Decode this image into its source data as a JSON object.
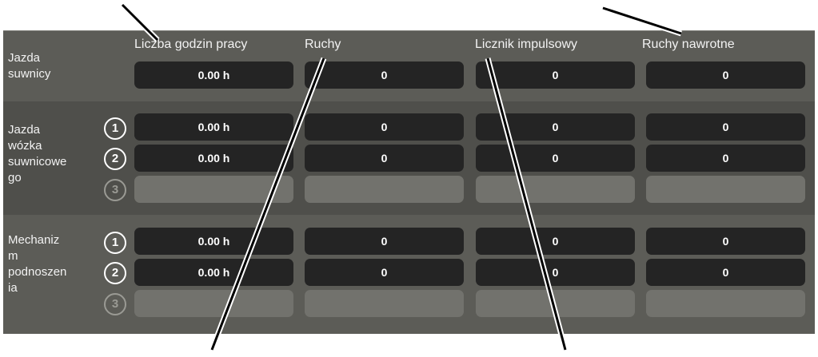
{
  "columns": [
    "Liczba godzin pracy",
    "Ruchy",
    "Licznik impulsowy",
    "Ruchy nawrotne"
  ],
  "sections": [
    {
      "label": "Jazda\nsuwnicy",
      "rows": [
        {
          "badge": "",
          "values": [
            "0.00 h",
            "0",
            "0",
            "0"
          ],
          "enabled": true
        }
      ]
    },
    {
      "label": "Jazda\nwózka\nsuwnicowe\ngo",
      "rows": [
        {
          "badge": "1",
          "values": [
            "0.00 h",
            "0",
            "0",
            "0"
          ],
          "enabled": true
        },
        {
          "badge": "2",
          "values": [
            "0.00 h",
            "0",
            "0",
            "0"
          ],
          "enabled": true
        },
        {
          "badge": "3",
          "values": [
            "",
            "",
            "",
            ""
          ],
          "enabled": false
        }
      ]
    },
    {
      "label": "Mechaniz\nm\npodnoszen\nia",
      "rows": [
        {
          "badge": "1",
          "values": [
            "0.00 h",
            "0",
            "0",
            "0"
          ],
          "enabled": true
        },
        {
          "badge": "2",
          "values": [
            "0.00 h",
            "0",
            "0",
            "0"
          ],
          "enabled": true
        },
        {
          "badge": "3",
          "values": [
            "",
            "",
            "",
            ""
          ],
          "enabled": false
        }
      ]
    }
  ],
  "colors": {
    "panel": "#5c5c57",
    "panel_alt": "#4f4f4b",
    "cell": "#242424",
    "cell_disabled": "#72726d",
    "text": "#ffffff"
  }
}
